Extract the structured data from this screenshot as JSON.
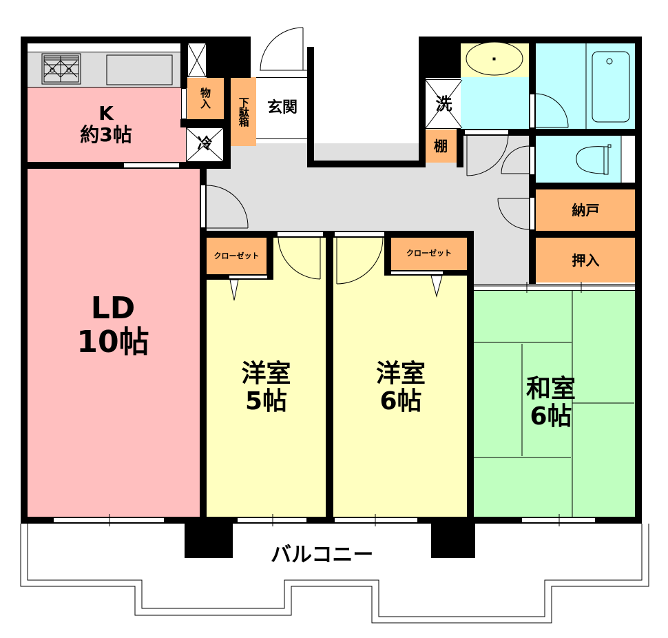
{
  "floorplan": {
    "rooms": {
      "kitchen": {
        "label": "K\n約3帖",
        "type": "kitchen",
        "size": "約3帖"
      },
      "ld": {
        "label": "LD\n10帖",
        "type": "living-dining",
        "size": "10帖"
      },
      "western_room_1": {
        "label": "洋室\n5帖",
        "type": "western-room",
        "size": "5帖"
      },
      "western_room_2": {
        "label": "洋室\n6帖",
        "type": "western-room",
        "size": "6帖"
      },
      "japanese_room": {
        "label": "和室\n6帖",
        "type": "japanese-room",
        "size": "6帖"
      },
      "entrance": {
        "label": "玄関"
      },
      "balcony": {
        "label": "バルコニー"
      }
    },
    "storage": {
      "storage_closet": {
        "label": "物\n入"
      },
      "shoe_cabinet": {
        "label": "下駄箱"
      },
      "fridge_space": {
        "label": "冷"
      },
      "washer_space": {
        "label": "洗"
      },
      "shelf": {
        "label": "棚"
      },
      "closet_1": {
        "label": "クローゼット"
      },
      "closet_2": {
        "label": "クローゼット"
      },
      "storeroom": {
        "label": "納戸"
      },
      "oshiire": {
        "label": "押入"
      }
    },
    "colors": {
      "wall": "#000000",
      "kitchen_ld": "#ffbfbf",
      "western": "#ffffc0",
      "japanese": "#c0ffc0",
      "storage": "#ffb878",
      "wet_area": "#c0ffff",
      "hallway": "#e0e0e0"
    }
  }
}
